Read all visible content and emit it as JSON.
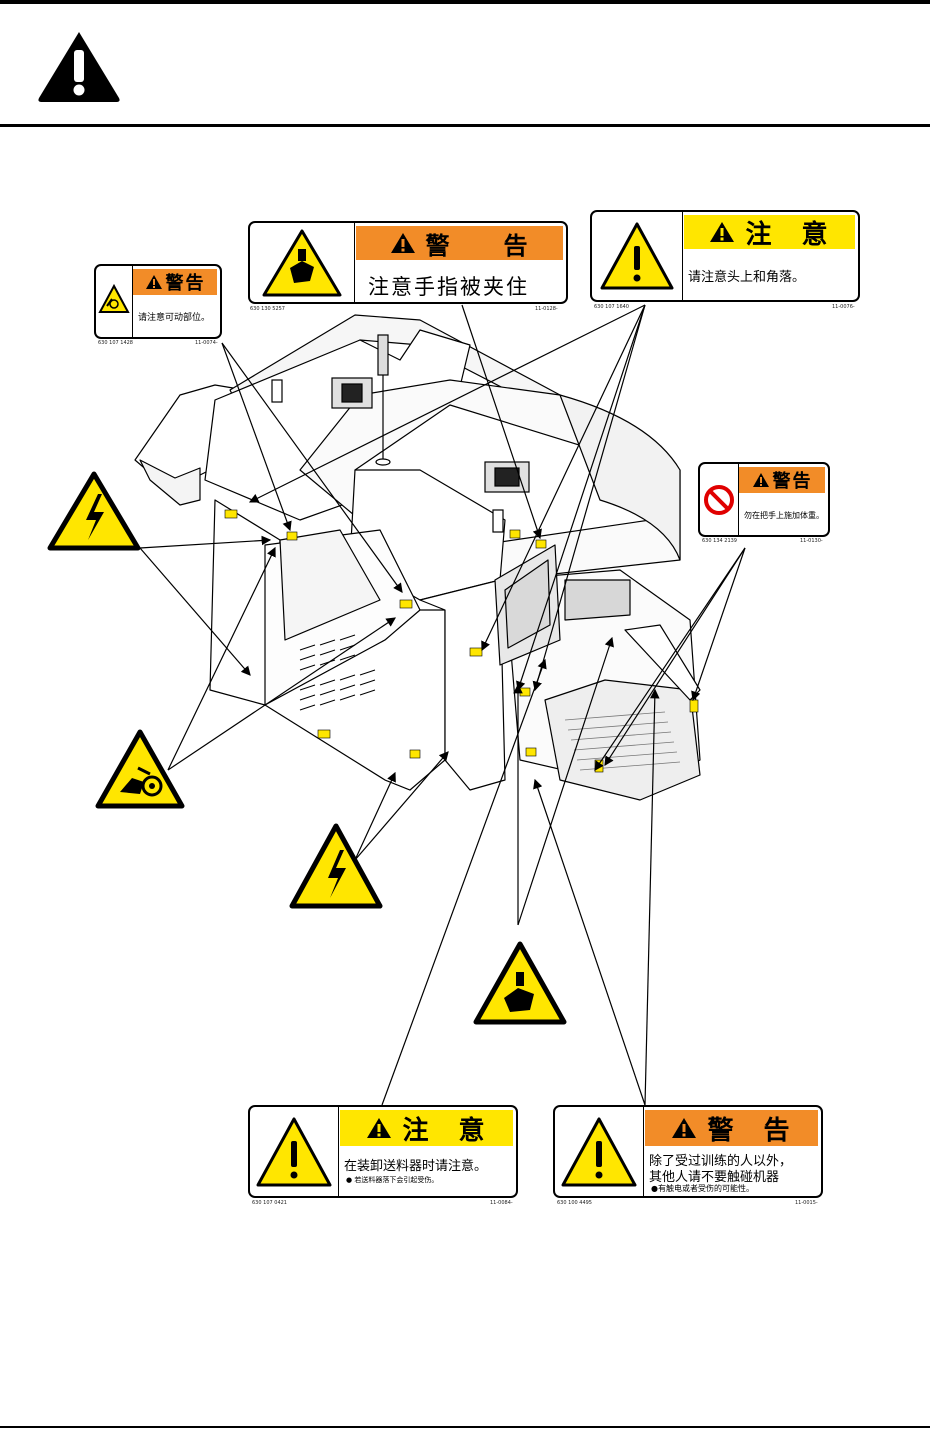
{
  "labels": {
    "moving_parts": {
      "header": "警告",
      "message": "请注意可动部位。",
      "part_no": "630 107 1428",
      "ref": "11-0074-"
    },
    "finger_pinch": {
      "header": "警　　告",
      "message": "注意手指被夹住",
      "part_no": "630 130 5257",
      "ref": "11-0128-"
    },
    "head_corner": {
      "header": "注　意",
      "message": "请注意头上和角落。",
      "part_no": "630 107 1640",
      "ref": "11-0076-"
    },
    "handle": {
      "header": "警告",
      "message": "勿在把手上施加体重。",
      "part_no": "630 134 2139",
      "ref": "11-0130-"
    },
    "feeder": {
      "header": "注　意",
      "message": "在装卸送料器时请注意。",
      "note": "● 若送料器落下会引起受伤。",
      "part_no": "630 107 0421",
      "ref": "11-0084-"
    },
    "untrained": {
      "header": "警　告",
      "message_line1": "除了受过训练的人以外，",
      "message_line2": "其他人请不要触碰机器",
      "note": "●有触电或者受伤的可能性。",
      "part_no": "630 100 4495",
      "ref": "11-0015-"
    }
  },
  "icons": [
    "warning-exclamation-icon",
    "electric-shock-icon",
    "entanglement-icon",
    "hand-crush-icon",
    "prohibition-icon"
  ],
  "colors": {
    "orange": "#f28c28",
    "yellow": "#ffe600",
    "black": "#000000"
  }
}
